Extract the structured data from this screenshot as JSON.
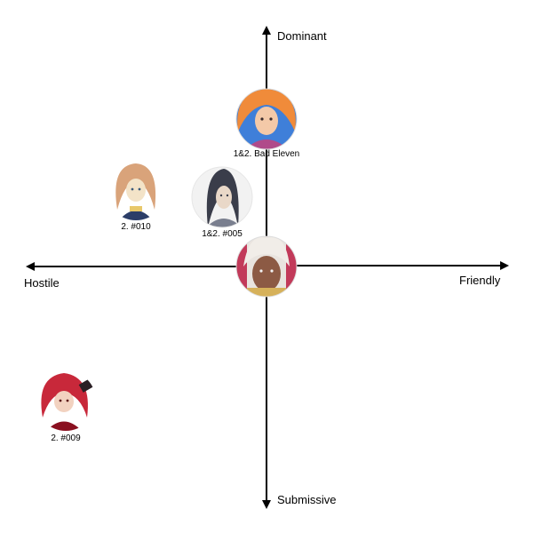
{
  "axes": {
    "top_label": "Dominant",
    "bottom_label": "Submissive",
    "left_label": "Hostile",
    "right_label": "Friendly",
    "color": "#000000"
  },
  "center_avatar": {
    "label": "",
    "palette": [
      "#8c5a44",
      "#e8e2dc",
      "#c23a5a",
      "#d6b15a"
    ]
  },
  "characters": [
    {
      "label": "1&2. Bad Eleven",
      "palette": [
        "#3f7fd9",
        "#f08b3a",
        "#f4c9a8",
        "#b04a8a"
      ]
    },
    {
      "label": "2. #010",
      "palette": [
        "#f3e3c8",
        "#d9a37a",
        "#2c3e68",
        "#e8c86a"
      ]
    },
    {
      "label": "1&2. #005",
      "palette": [
        "#f2f2f2",
        "#3a3d4a",
        "#e9d8c8",
        "#7a7f8f"
      ]
    },
    {
      "label": "2. #009",
      "palette": [
        "#c8283a",
        "#2a1f24",
        "#f2d2c0",
        "#8a1020"
      ]
    }
  ]
}
